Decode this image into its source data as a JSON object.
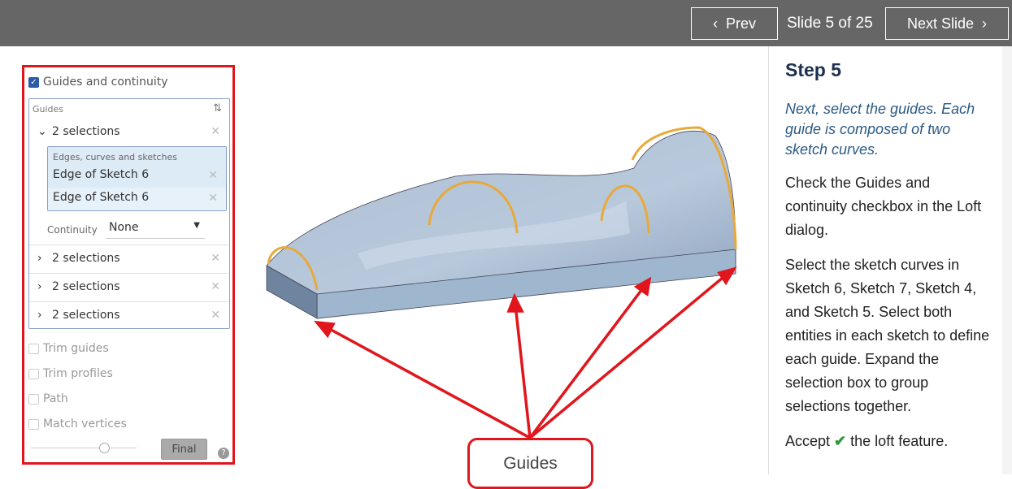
{
  "nav": {
    "prev": "Prev",
    "slide_counter": "Slide 5 of 25",
    "next": "Next Slide"
  },
  "dialog": {
    "guides_continuity": "Guides and continuity",
    "guides_label": "Guides",
    "selections": [
      {
        "label": "2 selections",
        "expanded": true
      },
      {
        "label": "2 selections"
      },
      {
        "label": "2 selections"
      },
      {
        "label": "2 selections"
      }
    ],
    "sel_box_label": "Edges, curves and sketches",
    "edges": [
      "Edge of Sketch 6",
      "Edge of Sketch 6"
    ],
    "continuity_label": "Continuity",
    "continuity_value": "None",
    "trim_guides": "Trim guides",
    "trim_profiles": "Trim profiles",
    "path": "Path",
    "match_vertices": "Match vertices",
    "final": "Final"
  },
  "callout": "Guides",
  "step": {
    "title": "Step 5",
    "intro": "Next, select the guides. Each guide is composed of two sketch curves.",
    "p1": "Check the Guides and continuity checkbox in the Loft dialog.",
    "p2": "Select the sketch curves in Sketch 6, Sketch 7, Sketch 4, and Sketch 5. Select both entities in each sketch to define each guide. Expand the selection box to group selections together.",
    "p3a": "Accept",
    "p3b": "the loft feature."
  },
  "colors": {
    "accent_red": "#e0161c",
    "guide_orange": "#e8a93a",
    "check_green": "#2a9a3a"
  }
}
